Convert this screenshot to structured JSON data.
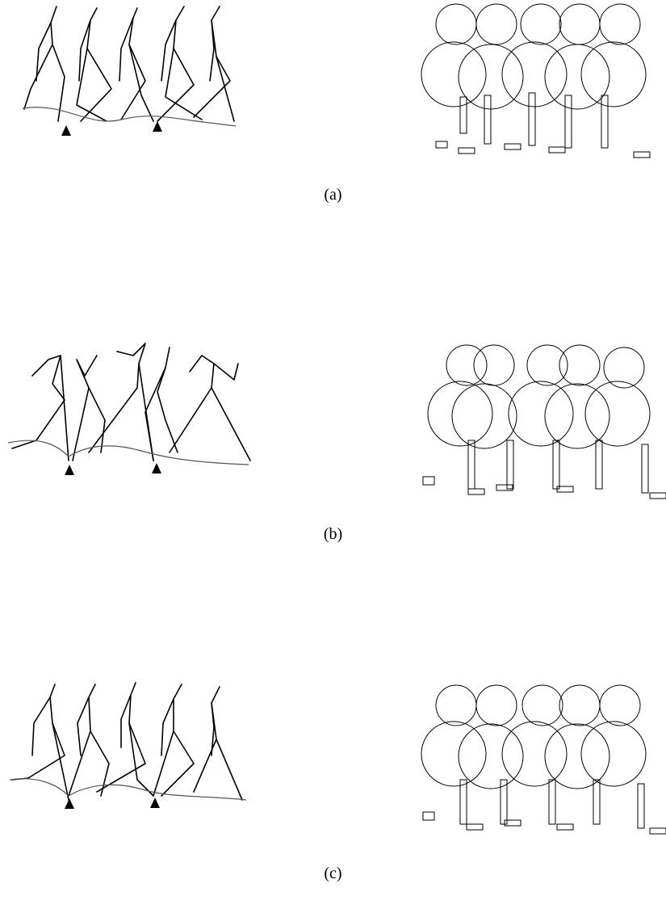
{
  "figure": {
    "panels": [
      {
        "id": "a",
        "caption": "(a)",
        "contact_markers": 2,
        "robot_frames": 5,
        "stick_frames": 5
      },
      {
        "id": "b",
        "caption": "(b)",
        "contact_markers": 2,
        "robot_frames": 5,
        "stick_frames": 5
      },
      {
        "id": "c",
        "caption": "(c)",
        "contact_markers": 2,
        "robot_frames": 5,
        "stick_frames": 5
      }
    ]
  },
  "colors": {
    "ink": "#000000",
    "trajectory": "#555555",
    "background": "#ffffff"
  }
}
